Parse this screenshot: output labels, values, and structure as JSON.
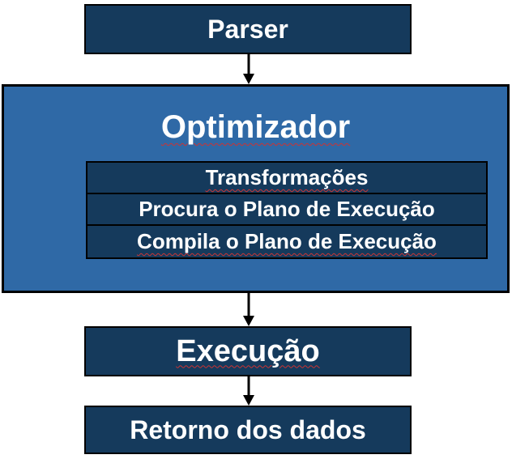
{
  "diagram": {
    "parser_label": "Parser",
    "optimizer": {
      "title": "Optimizador",
      "steps": [
        {
          "label": "Transformações"
        },
        {
          "label": "Procura o Plano de Execução"
        },
        {
          "label": "Compila o Plano de Execução"
        }
      ]
    },
    "execution_label": "Execução",
    "return_label": "Retorno dos dados"
  },
  "colors": {
    "dark_box": "#153a5c",
    "optimizer_box": "#2f69a6",
    "text": "#ffffff",
    "arrow": "#000000"
  }
}
